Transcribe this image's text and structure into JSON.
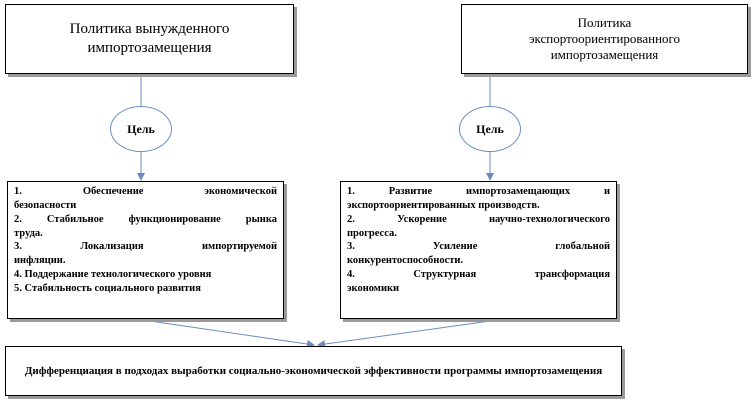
{
  "left_policy": {
    "title": "Политика вынужденного импортозамещения"
  },
  "right_policy": {
    "title_lines": [
      "Политика",
      "экспортоориентированного",
      "импортозамещения"
    ]
  },
  "goal_left": {
    "label": "Цель"
  },
  "goal_right": {
    "label": "Цель"
  },
  "left_list": {
    "items": [
      {
        "lines": [
          "1. Обеспечение экономической",
          "безопасности"
        ]
      },
      {
        "lines": [
          "2. Стабильное функционирование рынка",
          "труда."
        ]
      },
      {
        "lines": [
          "3. Локализация импортируемой",
          "инфляции."
        ]
      },
      {
        "lines": [
          "4. Поддержание технологического уровня"
        ]
      },
      {
        "lines": [
          "5. Стабильность социального развития"
        ]
      }
    ]
  },
  "right_list": {
    "items": [
      {
        "lines": [
          "1. Развитие импортозамещающих и",
          "экспортоориентированных производств."
        ]
      },
      {
        "lines": [
          "2. Ускорение научно-технологического",
          "прогресса."
        ]
      },
      {
        "lines": [
          "3. Усиление глобальной",
          "конкурентоспособности."
        ]
      },
      {
        "lines": [
          "4. Структурная трансформация",
          "экономики"
        ]
      }
    ]
  },
  "bottom": {
    "text": "Дифференциация в подходах выработки социально-экономической эффективности программы импортозамещения"
  },
  "colors": {
    "arrow": "#6a8dbd",
    "border": "#000000",
    "shadow": "#9a9a9a"
  }
}
